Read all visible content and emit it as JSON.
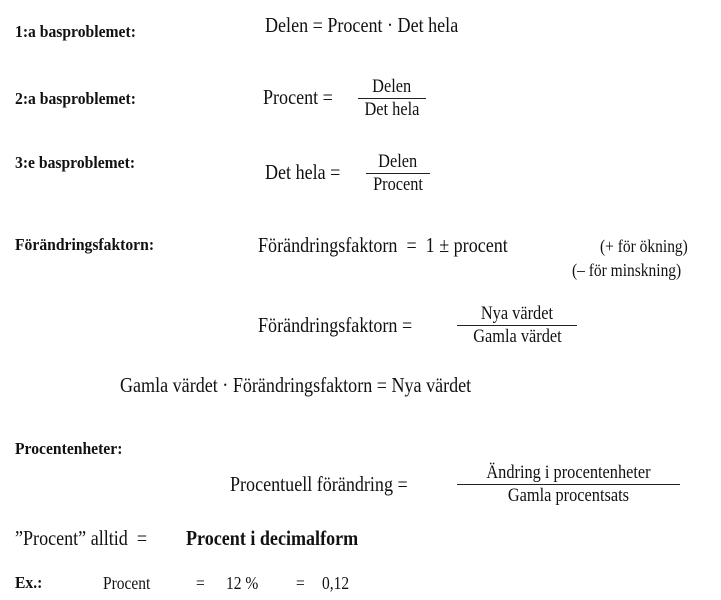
{
  "rules": [
    {
      "label": "1:a basproblemet:",
      "formula": "Delen = Procent · Det hela"
    },
    {
      "label": "2:a basproblemet:",
      "lhs": "Procent =",
      "numerator": "Delen",
      "denominator": "Det hela"
    },
    {
      "label": "3:e basproblemet:",
      "lhs": "Det hela =",
      "numerator": "Delen",
      "denominator": "Procent"
    }
  ],
  "factor": {
    "label": "Förändringsfaktorn:",
    "formula1": "Förändringsfaktorn  =  1 ± procent",
    "note_plus": "(+ för ökning)",
    "note_minus": "(– för minskning)",
    "formula2_lhs": "Förändringsfaktorn =",
    "formula2_num": "Nya värdet",
    "formula2_den": "Gamla värdet",
    "formula3": "Gamla värdet · Förändringsfaktorn = Nya värdet"
  },
  "units": {
    "label": "Procentenheter:",
    "lhs": "Procentuell förändring =",
    "numerator": "Ändring i procentenheter",
    "denominator": "Gamla procentsats"
  },
  "always": {
    "lhs": "”Procent” alltid  =",
    "rhs": "Procent i decimalform"
  },
  "example": {
    "label": "Ex.:",
    "term": "Procent",
    "eq1": "=",
    "percent": "12 %",
    "eq2": "=",
    "decimal": "0,12"
  }
}
